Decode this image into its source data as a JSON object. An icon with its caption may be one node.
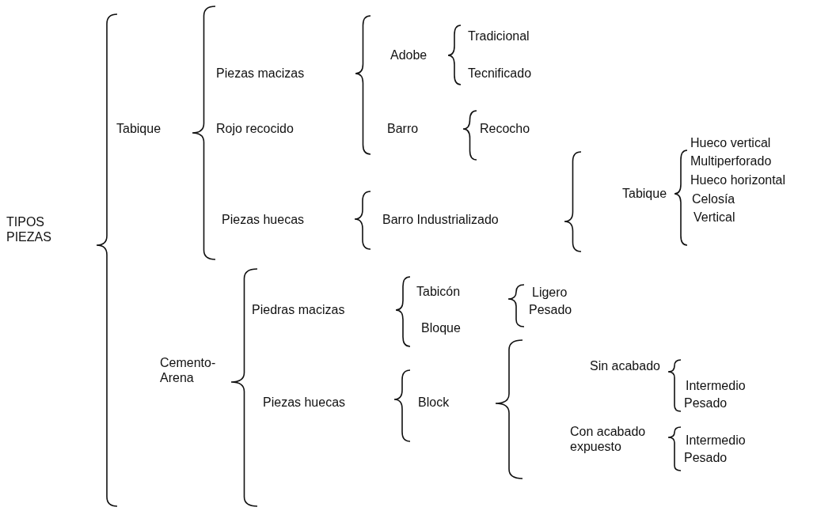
{
  "diagram": {
    "labels": [
      "TIPOS PIEZAS",
      "Tabique",
      "Piezas macizas",
      "Rojo recocido",
      "Adobe",
      "Tradicional",
      "Tecnificado",
      "Barro",
      "Recocho",
      "Piezas huecas",
      "Barro Industrializado",
      "Tabique",
      "Hueco vertical",
      "Multiperforado",
      "Hueco horizontal",
      "Celosía",
      "Vertical",
      "Cemento-Arena",
      "Piedras macizas",
      "Tabicón",
      "Bloque",
      "Ligero",
      "Pesado",
      "Piezas huecas",
      "Block",
      "Sin acabado",
      "Intermedio",
      "Pesado",
      "Con acabado expuesto",
      "Intermedio",
      "Pesado"
    ]
  }
}
